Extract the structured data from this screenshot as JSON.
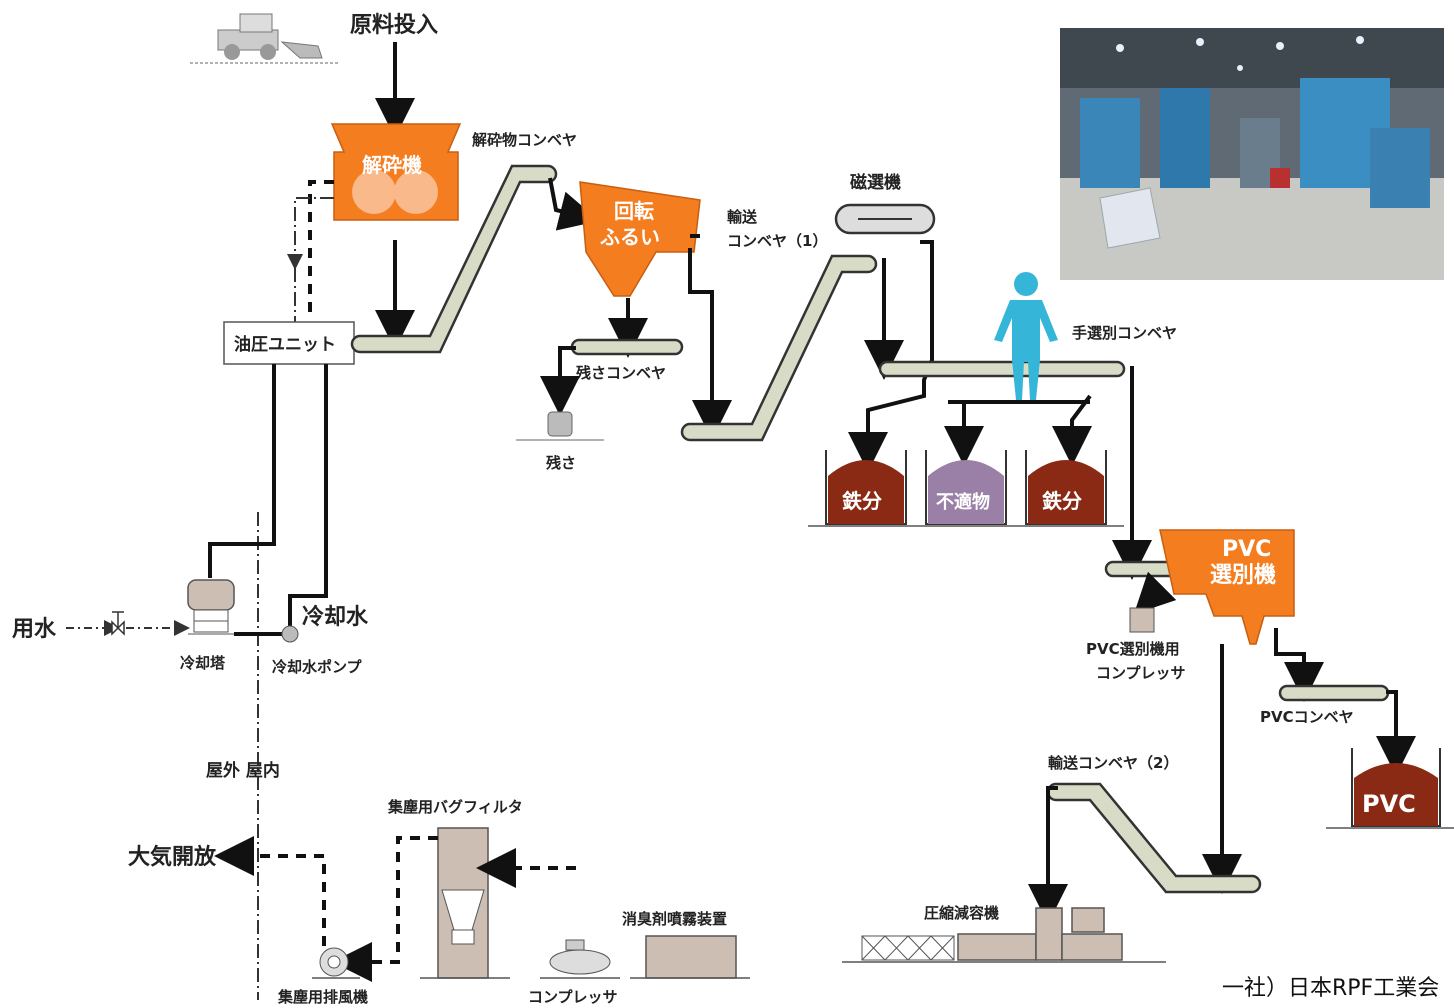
{
  "labels": {
    "raw_input": "原料投入",
    "crusher": "解砕機",
    "crushed_conveyor": "解砕物コンベヤ",
    "rotary_screen": "回転\nふるい",
    "transport_conveyor_1": "輸送\nコンベヤ（1）",
    "magnetic_separator": "磁選機",
    "hydraulic_unit": "油圧ユニット",
    "residue_conveyor": "残さコンベヤ",
    "residue": "残さ",
    "hand_sort_conveyor": "手選別コンベヤ",
    "iron_1": "鉄分",
    "unsuitable": "不適物",
    "iron_2": "鉄分",
    "pvc_sorter": "PVC\n選別機",
    "pvc_compressor": "PVC選別機用\nコンプレッサ",
    "pvc_conveyor": "PVCコンベヤ",
    "pvc_bin": "PVC",
    "transport_conveyor_2": "輸送コンベヤ（2）",
    "compactor": "圧縮減容機",
    "cooling_water": "冷却水",
    "water_supply": "用水",
    "cooling_tower": "冷却塔",
    "cooling_pump": "冷却水ポンプ",
    "outdoor_indoor": "屋外 屋内",
    "bag_filter": "集塵用バグフィルタ",
    "atmosphere": "大気開放",
    "exhaust_fan": "集塵用排風機",
    "compressor": "コンプレッサ",
    "deodorizer": "消臭剤噴霧装置"
  },
  "credit": "一社）日本RPF工業会",
  "colors": {
    "orange": "#f47d20",
    "brown_bin": "#8a2a14",
    "purple_bin": "#9a7fa6",
    "worker": "#35b6d8",
    "conveyor": "#d8dcc6"
  }
}
